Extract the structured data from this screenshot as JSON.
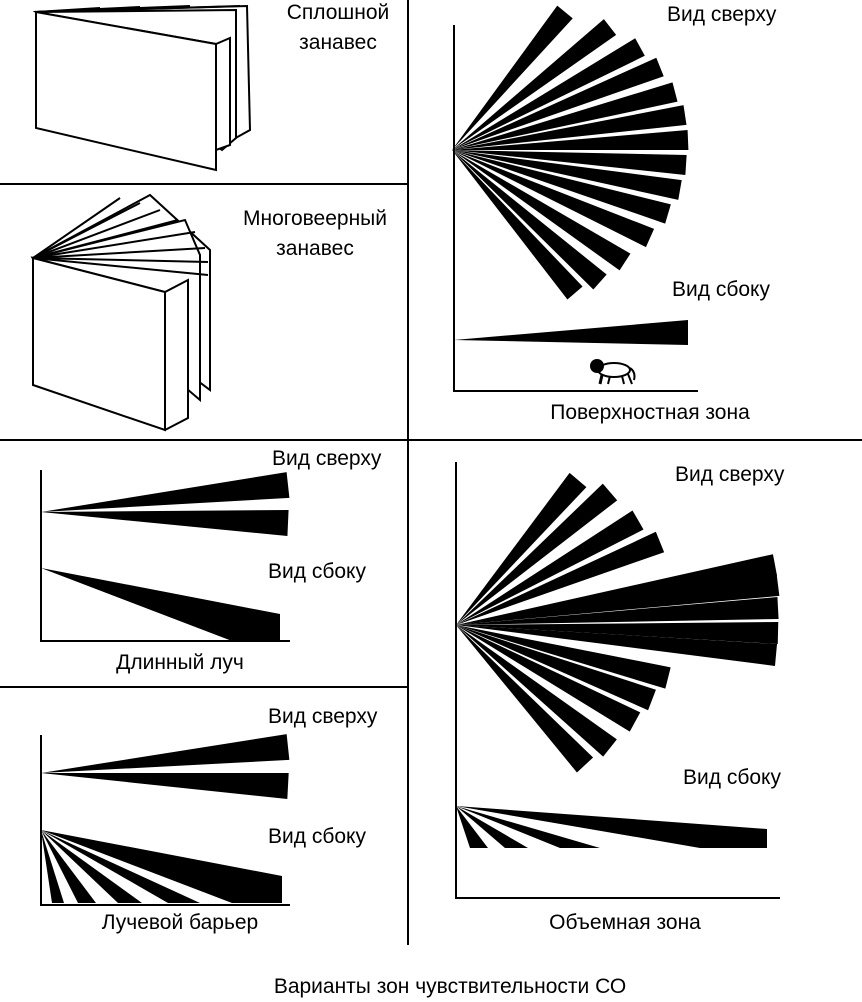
{
  "panels": {
    "solid_curtain": {
      "label_line1": "Сплошной",
      "label_line2": "занавес"
    },
    "multi_fan_curtain": {
      "label_line1": "Многовеерный",
      "label_line2": "занавес"
    },
    "surface_zone": {
      "top_view": "Вид сверху",
      "side_view": "Вид сбоку",
      "caption": "Поверхностная зона"
    },
    "long_beam": {
      "top_view": "Вид сверху",
      "side_view": "Вид сбоку",
      "caption": "Длинный луч"
    },
    "beam_barrier": {
      "top_view": "Вид сверху",
      "side_view": "Вид сбоку",
      "caption": "Лучевой барьер"
    },
    "volume_zone": {
      "top_view": "Вид сверху",
      "side_view": "Вид сбоку",
      "caption": "Объемная зона"
    }
  },
  "figure_caption": "Варианты зон чувствительности СО",
  "colors": {
    "ink": "#000000",
    "paper": "#ffffff"
  },
  "icons": {
    "surface_zone_figure": "lion-icon"
  }
}
